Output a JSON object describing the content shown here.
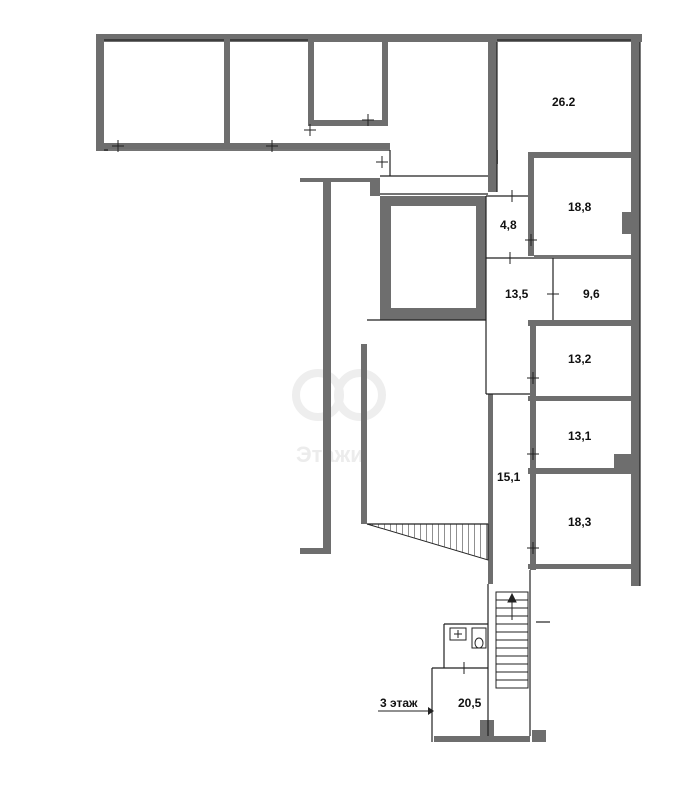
{
  "floor_plan": {
    "rooms": [
      {
        "id": "r1",
        "label": "26.2"
      },
      {
        "id": "r2",
        "label": "18,8"
      },
      {
        "id": "r3",
        "label": "4,8"
      },
      {
        "id": "r4",
        "label": "13,5"
      },
      {
        "id": "r5",
        "label": "9,6"
      },
      {
        "id": "r6",
        "label": "13,2"
      },
      {
        "id": "r7",
        "label": "13,1"
      },
      {
        "id": "r8",
        "label": "15,1"
      },
      {
        "id": "r9",
        "label": "18,3"
      },
      {
        "id": "r10",
        "label": "20,5"
      }
    ],
    "floor_note": "3 этаж",
    "watermark": "Этажи",
    "colors": {
      "wall": "#6e6e6e",
      "line": "#222222",
      "background": "#ffffff"
    }
  }
}
